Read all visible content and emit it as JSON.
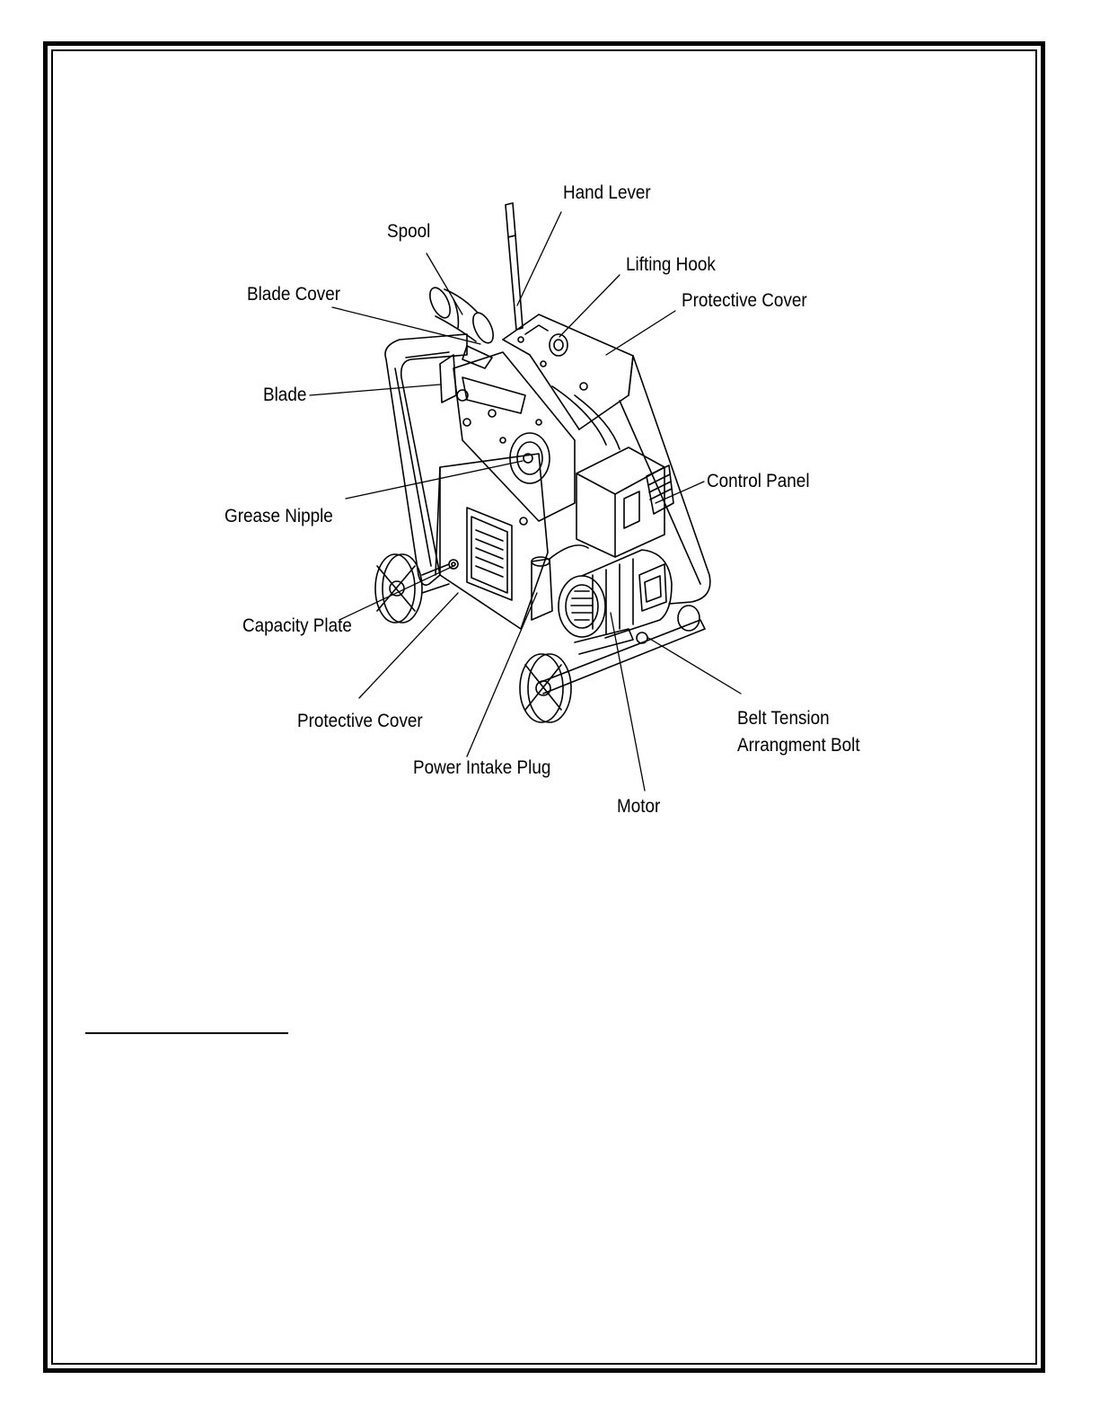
{
  "diagram": {
    "labels": {
      "hand_lever": "Hand Lever",
      "spool": "Spool",
      "lifting_hook": "Lifting Hook",
      "blade_cover": "Blade Cover",
      "protective_cover_top": "Protective Cover",
      "blade": "Blade",
      "control_panel": "Control Panel",
      "grease_nipple": "Grease Nipple",
      "capacity_plate": "Capacity Plate",
      "protective_cover_bottom": "Protective Cover",
      "belt_tension_line1": "Belt Tension",
      "belt_tension_line2": "Arrangment Bolt",
      "power_intake_plug": "Power Intake Plug",
      "motor": "Motor"
    },
    "line_color": "#000000",
    "background": "#ffffff"
  }
}
